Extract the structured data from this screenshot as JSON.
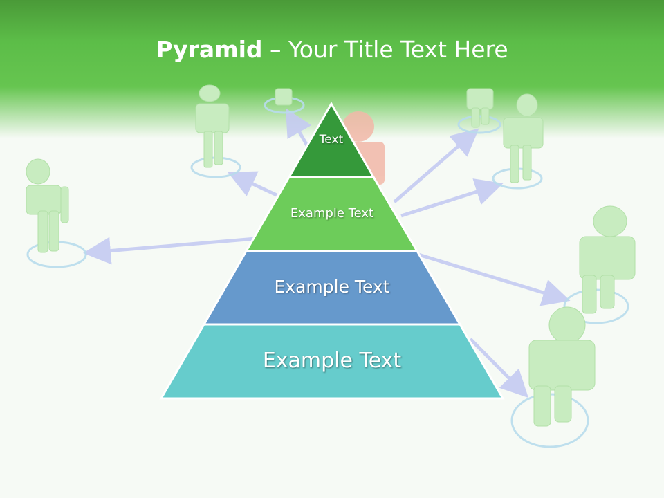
{
  "slide": {
    "title_bold": "Pyramid",
    "title_rest": " – Your Title Text Here"
  },
  "pyramid": {
    "levels": [
      {
        "label": "Text",
        "color": "#35993a"
      },
      {
        "label": "Example Text",
        "color": "#6dcc5a"
      },
      {
        "label": "Example Text",
        "color": "#6699cc"
      },
      {
        "label": "Example Text",
        "color": "#66cccc"
      }
    ]
  },
  "colors": {
    "header": "#5cbd48",
    "figure": "#c8ecc0",
    "center_figure": "#f2b8a8",
    "ring": "#b8dcec",
    "arrow": "#c5cbf2"
  }
}
